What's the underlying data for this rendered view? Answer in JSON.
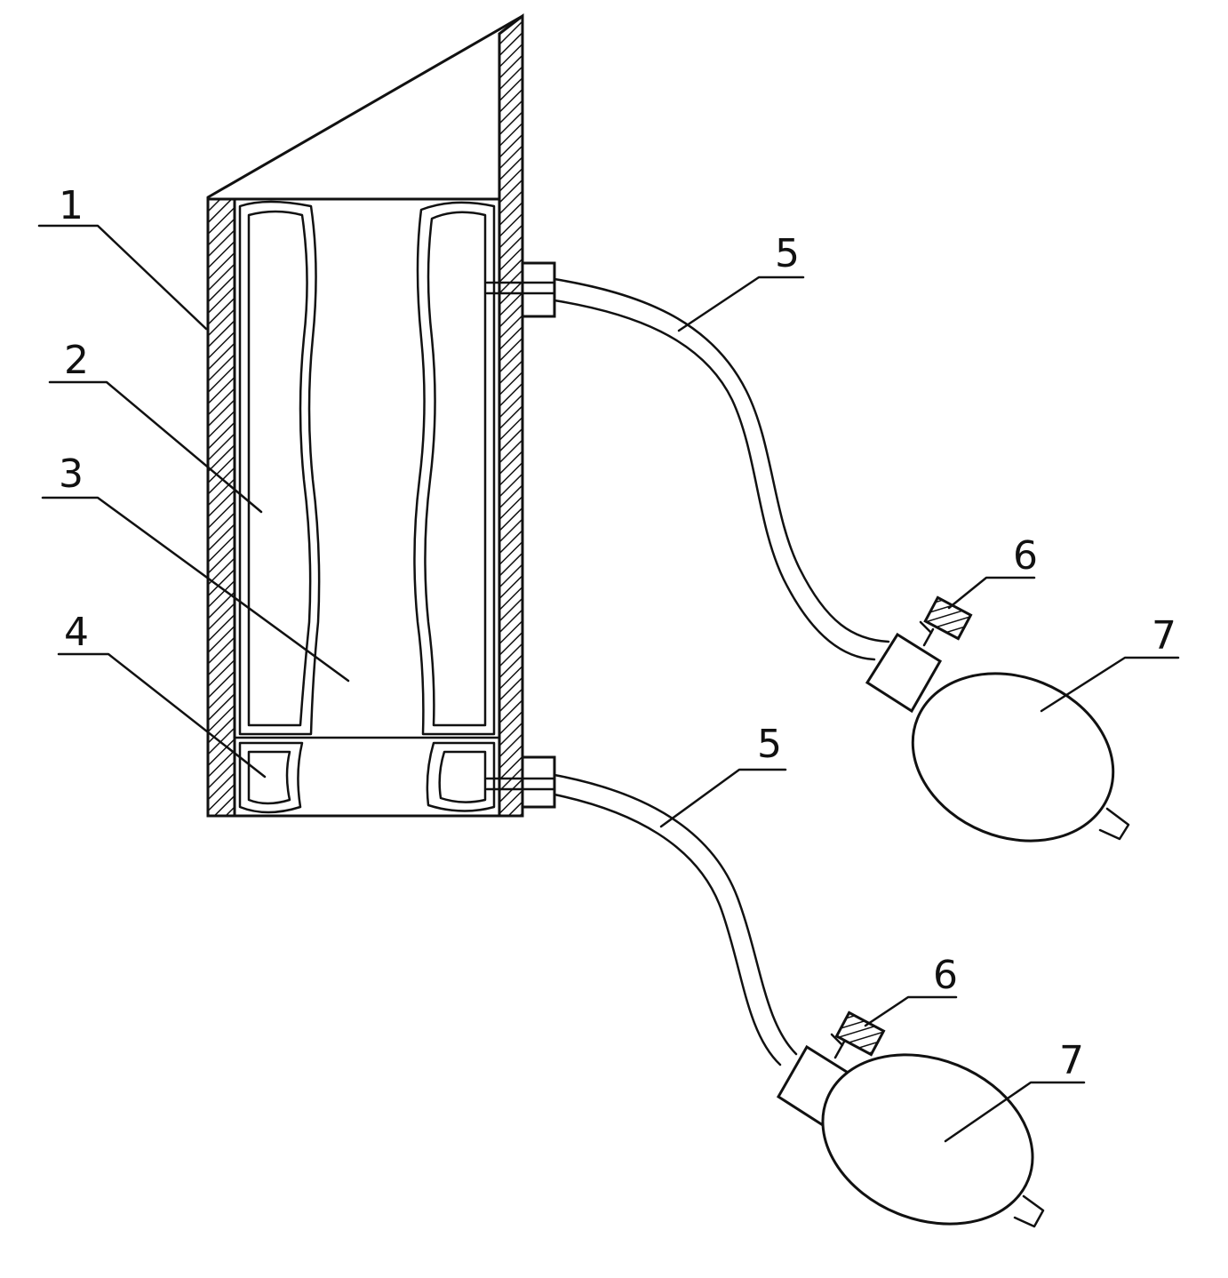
{
  "labels": {
    "l1": "1",
    "l2": "2",
    "l3": "3",
    "l4": "4",
    "l5a": "5",
    "l5b": "5",
    "l6a": "6",
    "l6b": "6",
    "l7a": "7",
    "l7b": "7"
  },
  "colors": {
    "ink": "#111111",
    "background": "#ffffff"
  }
}
